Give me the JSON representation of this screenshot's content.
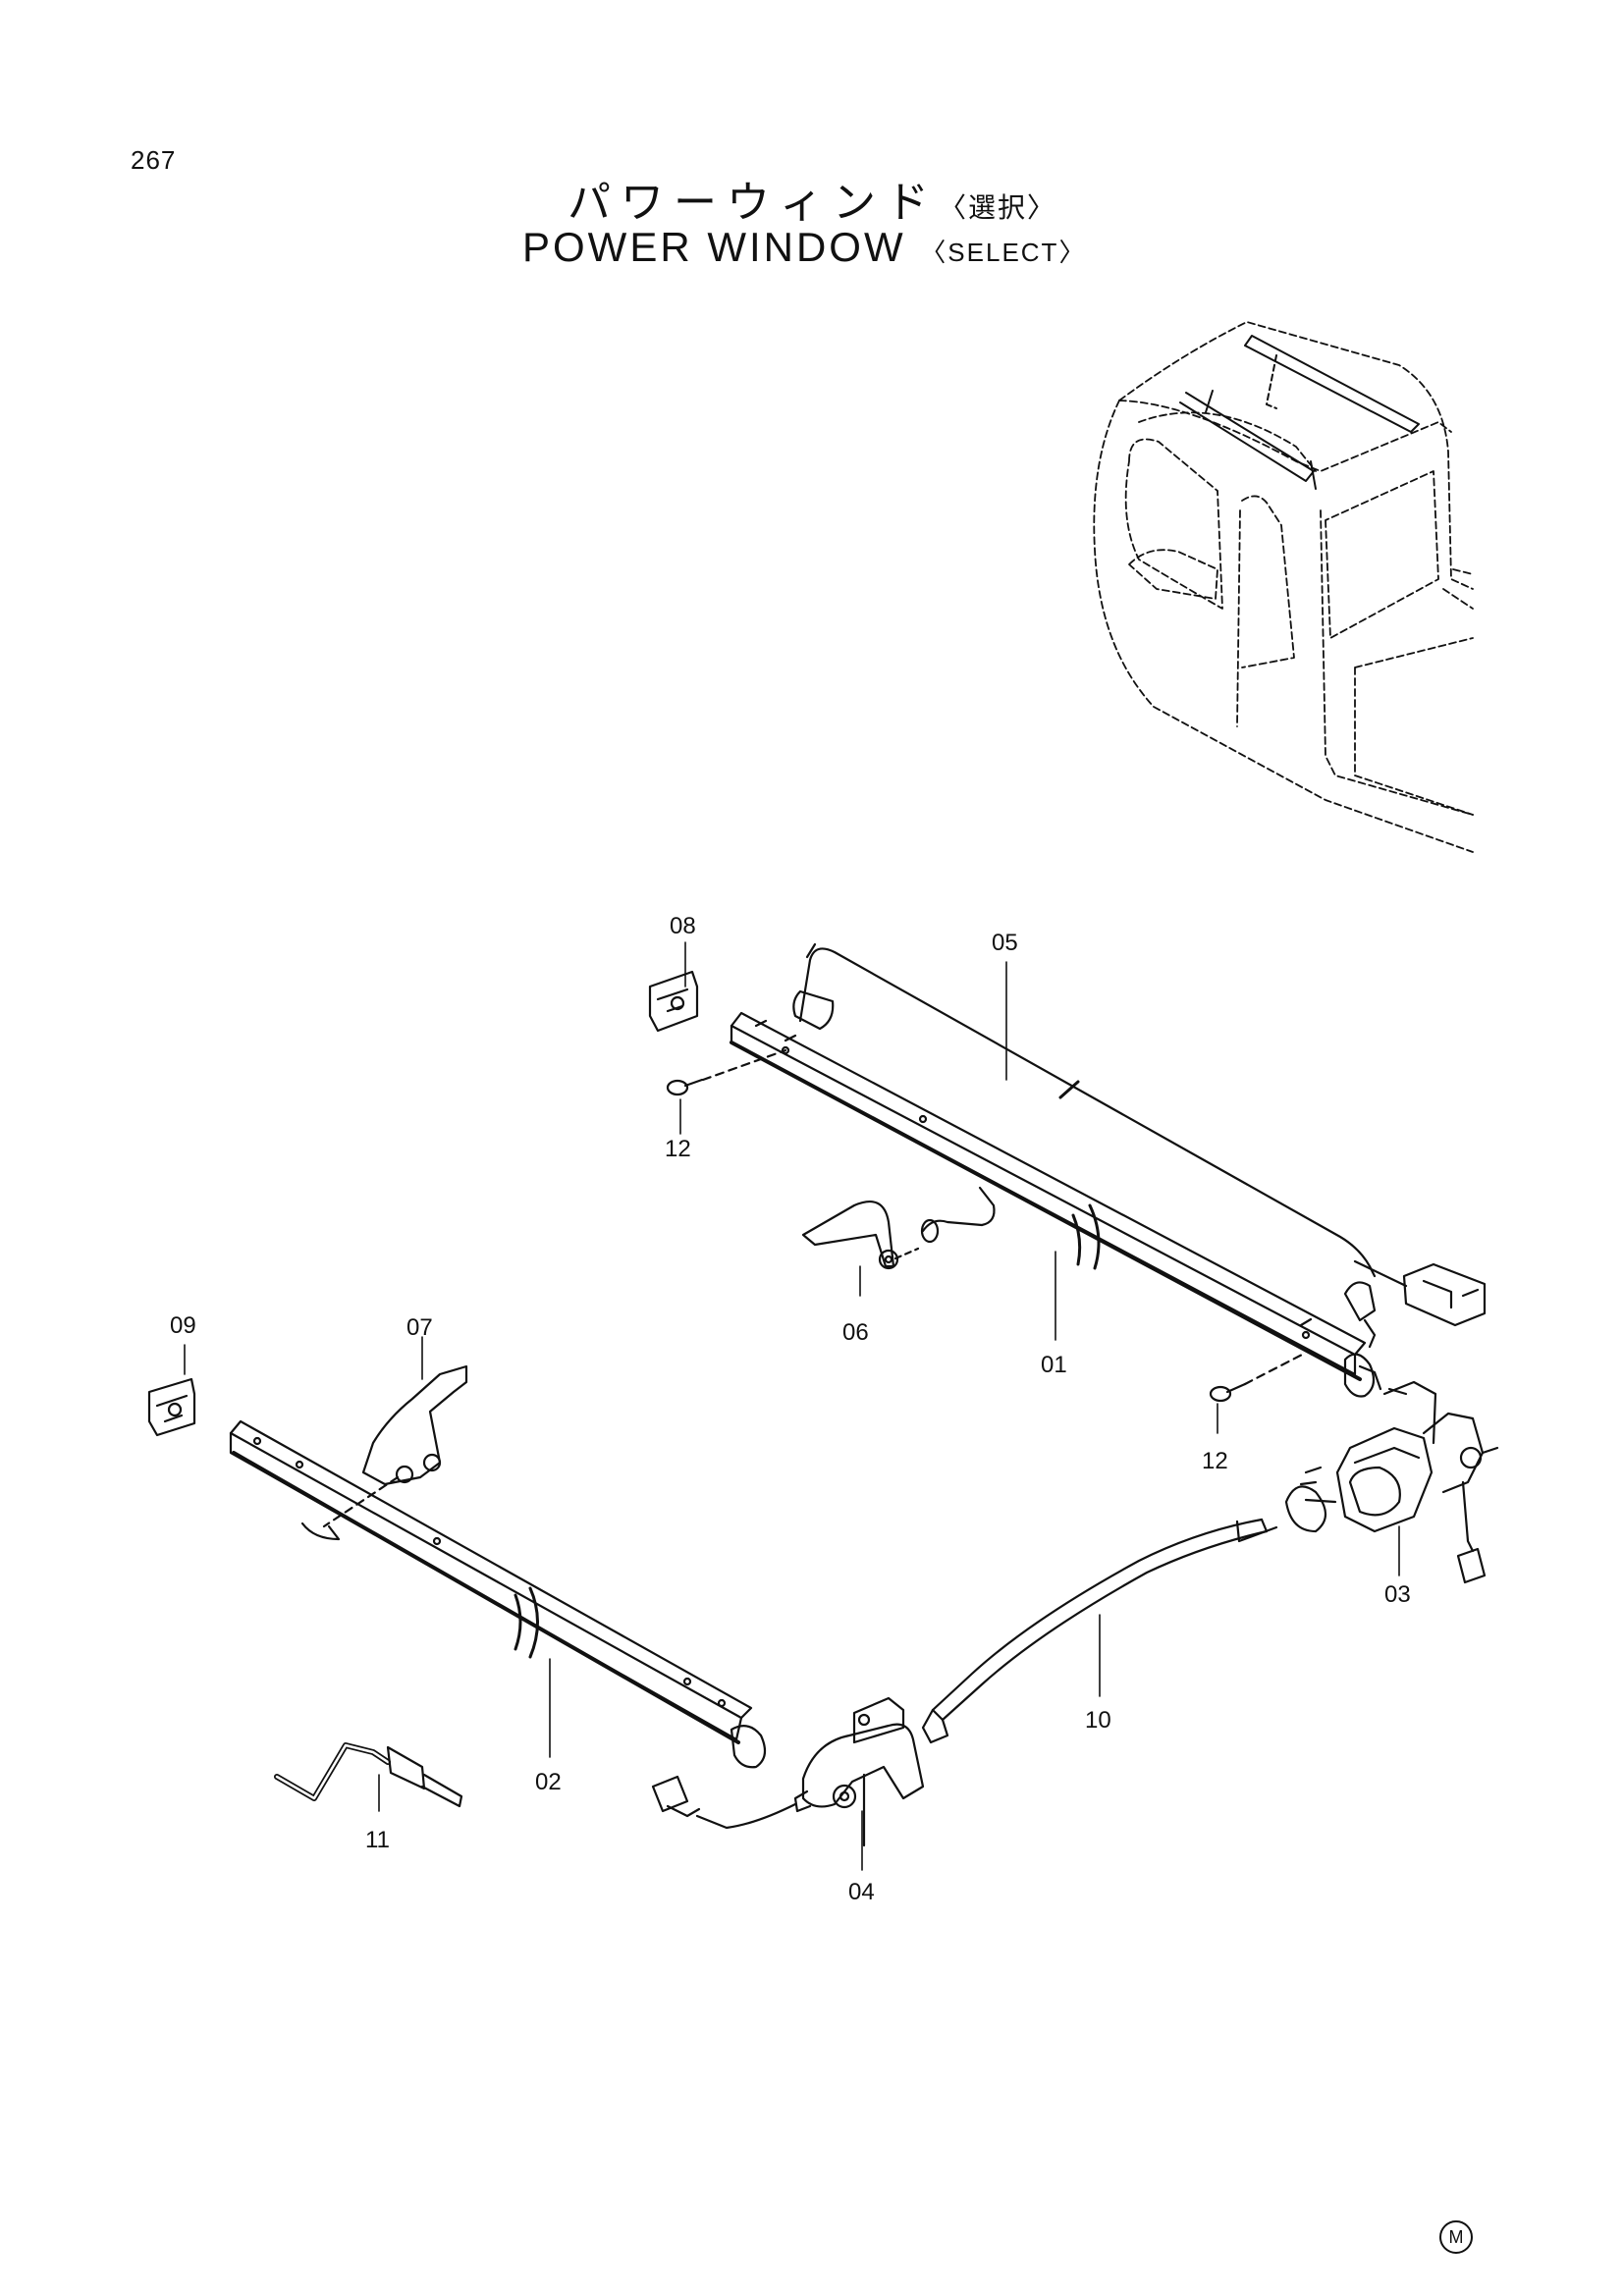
{
  "page": {
    "number": "267"
  },
  "title": {
    "jp": "パワーウィンド",
    "jp_select": "〈選択〉",
    "en": "POWER WINDOW",
    "en_select": "〈SELECT〉"
  },
  "parts": [
    {
      "id": "01",
      "label": "01"
    },
    {
      "id": "02",
      "label": "02"
    },
    {
      "id": "03",
      "label": "03"
    },
    {
      "id": "04",
      "label": "04"
    },
    {
      "id": "05",
      "label": "05"
    },
    {
      "id": "06",
      "label": "06"
    },
    {
      "id": "07",
      "label": "07"
    },
    {
      "id": "08",
      "label": "08"
    },
    {
      "id": "09",
      "label": "09"
    },
    {
      "id": "10",
      "label": "10"
    },
    {
      "id": "11",
      "label": "11"
    },
    {
      "id": "12a",
      "label": "12"
    },
    {
      "id": "12b",
      "label": "12"
    }
  ],
  "footer": {
    "mark": "M"
  }
}
